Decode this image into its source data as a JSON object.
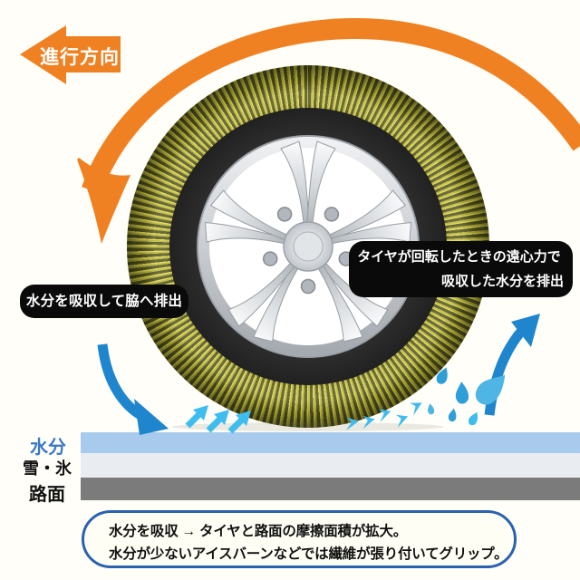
{
  "direction_arrow": {
    "label": "進行方向"
  },
  "callouts": {
    "left": "水分を吸収して脇へ排出",
    "right_line1": "タイヤが回転したときの遠心力で",
    "right_line2": "吸収した水分を排出"
  },
  "ground_layers": [
    {
      "label": "水分"
    },
    {
      "label": "雪・氷"
    },
    {
      "label": "路面"
    }
  ],
  "caption": {
    "line1": "水分を吸収 → タイヤと路面の摩擦面積が拡大。",
    "line2": "水分が少ないアイスバーンなどでは繊維が張り付いてグリップ。"
  },
  "colors": {
    "orange": "#F08122",
    "arrow_blue": "#1F86CD",
    "light_cyan": "#3FBDEE",
    "droplet_blue": "#2E9FD8",
    "water_bar": "#A8CBED",
    "snow_bar": "#E9ECF1",
    "road_bar": "#7B7B7B",
    "water_label_blue": "#3B79C3",
    "caption_border_blue": "#2B62AE",
    "callout_bg": "#000000",
    "fabric_olive": "#8A8830",
    "wheel_silver": "#C9CDD2"
  }
}
